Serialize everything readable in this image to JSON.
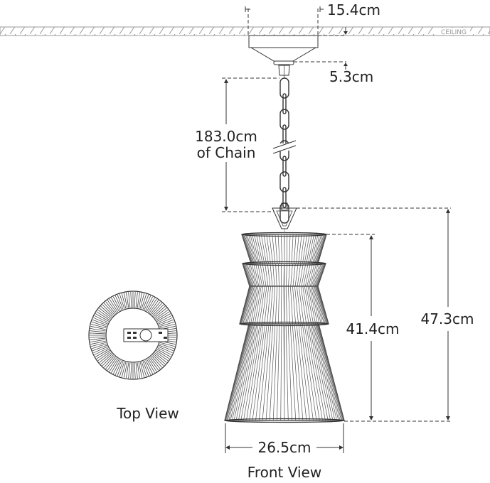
{
  "ceiling_label": "CEILING",
  "dimensions": {
    "canopy_width": "15.4cm",
    "canopy_height": "5.3cm",
    "chain_length_line1": "183.0cm",
    "chain_length_line2": "of Chain",
    "shade_height": "41.4cm",
    "overall_height": "47.3cm",
    "shade_width": "26.5cm"
  },
  "views": {
    "top": "Top View",
    "front": "Front View"
  }
}
